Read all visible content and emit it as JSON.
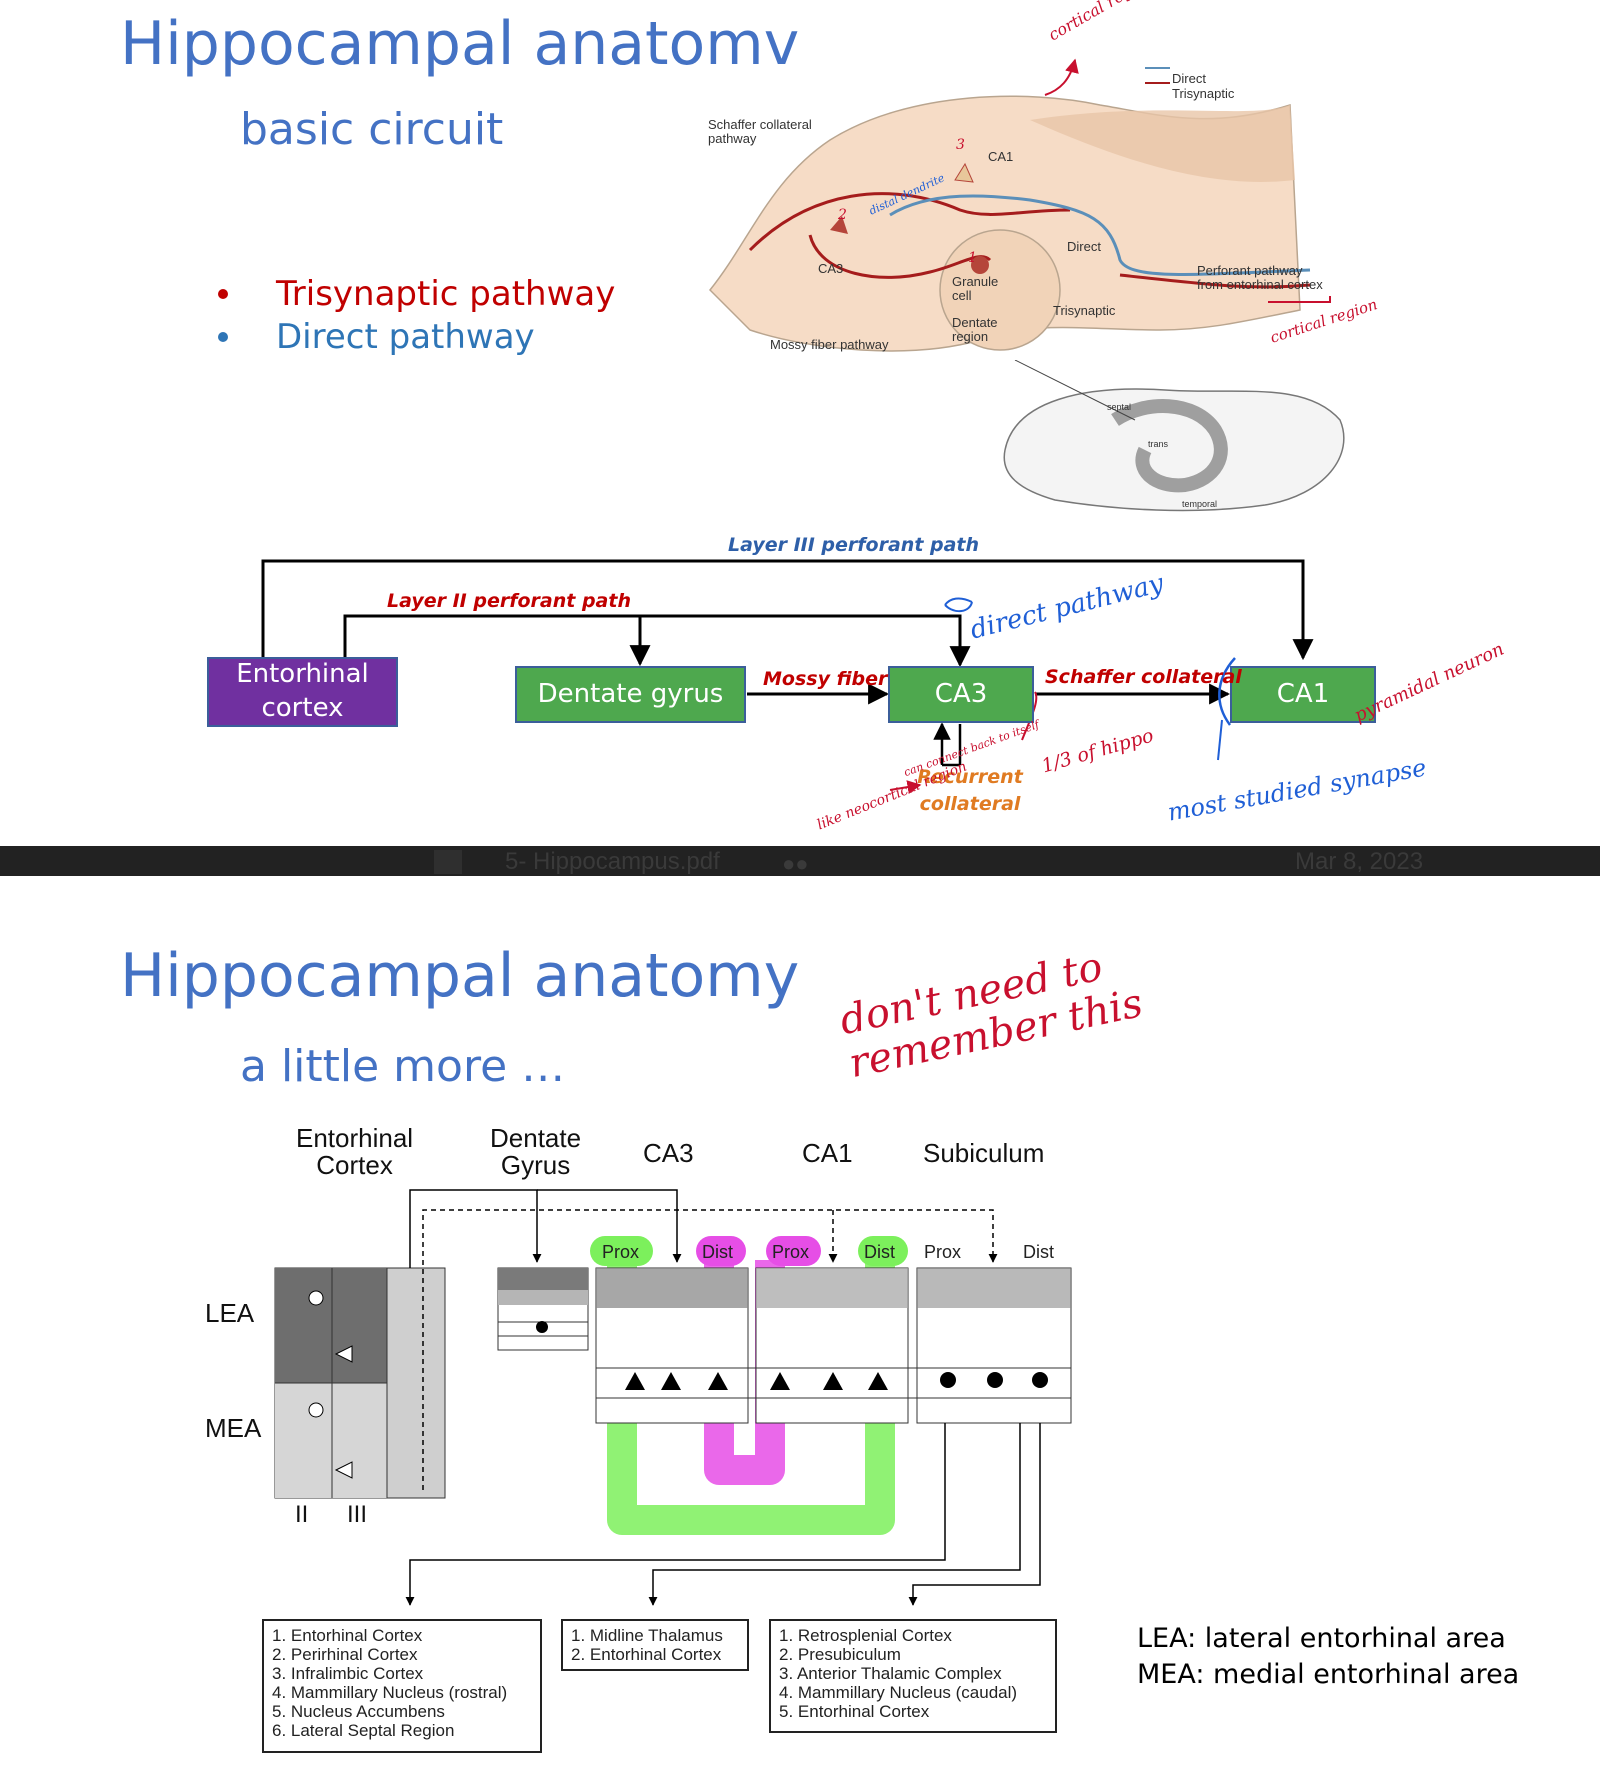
{
  "slide1": {
    "title": "Hippocampal anatomv",
    "subtitle": "basic circuit",
    "bullets": [
      {
        "text": "Trisynaptic pathway",
        "color": "#c00000"
      },
      {
        "text": "Direct pathway",
        "color": "#2e75b6"
      }
    ],
    "diagram_labels": {
      "schaffer": "Schaffer collateral\npathway",
      "ca1": "CA1",
      "ca3": "CA3",
      "granule": "Granule\ncell",
      "dentate": "Dentate\nregion",
      "mossy": "Mossy fiber pathway",
      "direct": "Direct",
      "trisynaptic": "Trisynaptic",
      "perforant": "Perforant pathway\nfrom entorhinal cortex",
      "legend_direct": "Direct",
      "legend_trisynaptic": "Trisynaptic",
      "septal": "septal",
      "trans": "trans",
      "temporal": "temporal"
    },
    "flow": {
      "entorhinal": "Entorhinal cortex",
      "dentate_gyrus": "Dentate gyrus",
      "ca3": "CA3",
      "ca1": "CA1",
      "layer3": "Layer III perforant path",
      "layer2": "Layer II perforant path",
      "mossy": "Mossy fiber",
      "schaffer": "Schaffer collateral",
      "recurrent": "Recurrent collateral"
    },
    "handwriting": {
      "cortical_top": "cortical region or subiculum",
      "cortical_right": "cortical region",
      "distal_dendrite": "distal dendrite",
      "direct_pathway": "direct pathway",
      "pyramidal": "pyramidal neuron",
      "third_hippo": "1/3 of hippo",
      "like_neo": "like neocortical region",
      "can_connect": "can connect back to itself",
      "most_studied": "most studied synapse",
      "numbers": [
        "1",
        "2",
        "3"
      ]
    }
  },
  "bar": {
    "file": "5- Hippocampus.pdf",
    "date": "Mar 8, 2023"
  },
  "slide2": {
    "title": "Hippocampal anatomy",
    "subtitle": "a little more …",
    "handwriting": "don't need to remember this",
    "columns": {
      "ec": "Entorhinal\nCortex",
      "dg": "Dentate\nGyrus",
      "ca3": "CA3",
      "ca1": "CA1",
      "sub": "Subiculum"
    },
    "subfield_tags": [
      "Prox",
      "Dist",
      "Prox",
      "Dist",
      "Prox",
      "Dist"
    ],
    "row_labels": {
      "lea": "LEA",
      "mea": "MEA"
    },
    "layers": {
      "ii": "II",
      "iii": "III"
    },
    "targets": [
      [
        "1. Entorhinal Cortex",
        "2. Perirhinal Cortex",
        "3. Infralimbic Cortex",
        "4. Mammillary Nucleus (rostral)",
        "5. Nucleus Accumbens",
        "6. Lateral Septal Region"
      ],
      [
        "1. Midline Thalamus",
        "2. Entorhinal Cortex"
      ],
      [
        "1. Retrosplenial Cortex",
        "2. Presubiculum",
        "3. Anterior Thalamic Complex",
        "4. Mammillary Nucleus (caudal)",
        "5. Entorhinal Cortex"
      ]
    ],
    "abbreviations": [
      "LEA: lateral entorhinal area",
      "MEA: medial entorhinal area"
    ]
  },
  "colors": {
    "title_blue": "#4472c4",
    "box_green": "#4ea84e",
    "box_purple": "#7030a0",
    "red": "#c00000",
    "blue": "#2e5fa8",
    "highlight_green": "#7cf05c",
    "highlight_magenta": "#e64ee6"
  }
}
